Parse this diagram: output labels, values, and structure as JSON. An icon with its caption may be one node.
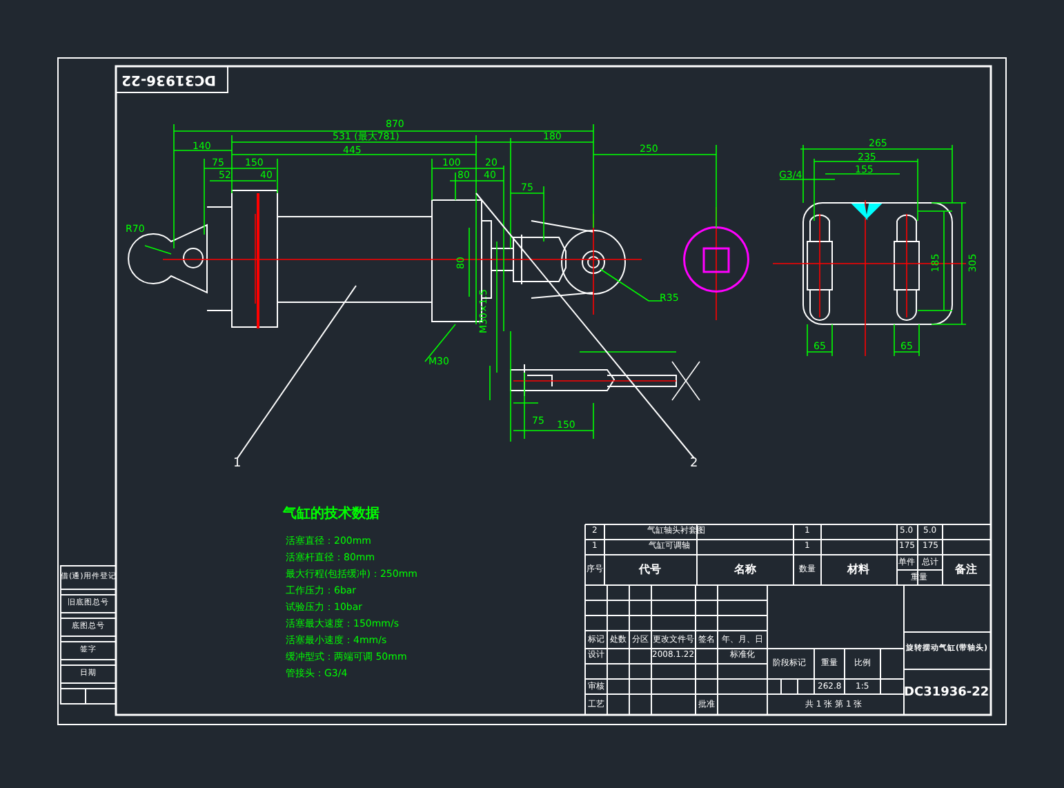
{
  "diagram": {
    "nodes": [
      {
        "text": [
          "1"
        ]
      },
      {
        "text": [
          "2"
        ]
      }
    ],
    "edges": [
      {
        "from": 0,
        "to": null,
        "arrow": "none"
      },
      {
        "from": 1,
        "to": null,
        "arrow": "none"
      }
    ],
    "labels": [
      "DC31936-22",
      "870",
      "531 (最大781)",
      "180",
      "140",
      "445",
      "250",
      "75",
      "150",
      "100",
      "20",
      "52",
      "40",
      "80",
      "40",
      "75",
      "R70",
      "80",
      "M30",
      "R35",
      "M30×1.5",
      "75",
      "150",
      "265",
      "235",
      "155",
      "G3/4",
      "185",
      "305",
      "65",
      "65",
      "气缸的技术数据",
      "活塞直径：200mm",
      "活塞杆直径：80mm",
      "最大行程(包括缓冲)：250mm",
      "工作压力：6bar",
      "试验压力：10bar",
      "活塞最大速度：150mm/s",
      "活塞最小速度：4mm/s",
      "缓冲型式：两端可调 50mm",
      "管接头：G3/4",
      "2",
      "气缸轴头衬套图",
      "1",
      "5.0",
      "5.0",
      "1",
      "气缸可调轴",
      "1",
      "175",
      "175",
      "序号",
      "代号",
      "名称",
      "数量",
      "材料",
      "单件",
      "总计",
      "重量",
      "备注",
      "标记",
      "处数",
      "分区",
      "更改文件号",
      "签名",
      "年、月、日",
      "设计",
      "2008.1.22",
      "标准化",
      "阶段标记",
      "重量",
      "比例",
      "审核",
      "262.8",
      "1:5",
      "工艺",
      "批准",
      "共 1 张  第 1 张",
      "旋转摆动气缸(带轴头)",
      "DC31936-22",
      "借(通)用件登记",
      "旧底图总号",
      "底图总号",
      "签字",
      "日期"
    ]
  }
}
